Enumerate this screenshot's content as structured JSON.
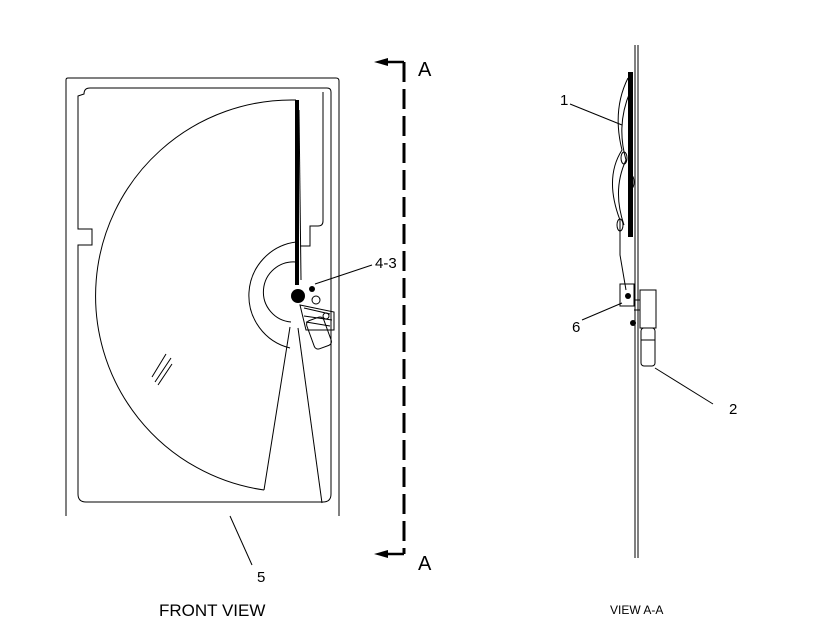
{
  "section_marker": {
    "top_label": "A",
    "bottom_label": "A"
  },
  "callouts": {
    "front": {
      "wiper_motor_group": "4-3",
      "glass": "5"
    },
    "side": {
      "wiper_arm": "1",
      "motor": "2",
      "bracket": "6"
    }
  },
  "captions": {
    "front_view": "FRONT VIEW",
    "section_view": "VIEW A-A"
  }
}
